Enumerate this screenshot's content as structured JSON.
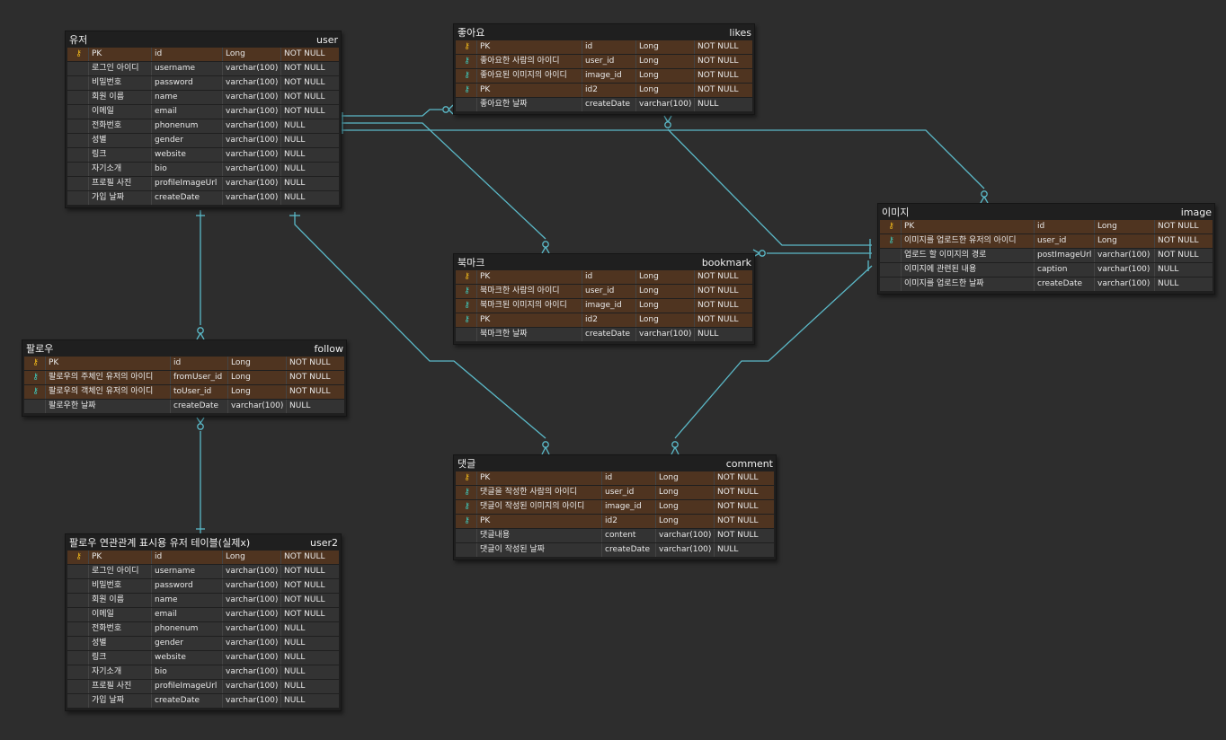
{
  "theme": {
    "line_color": "#5bb9c8",
    "pk_color": "#f0b81a",
    "fk_color": "#3fc9bd",
    "key_row_color": "#4f3420",
    "row_color": "#333333"
  },
  "entities": [
    {
      "id": "user",
      "label": "유저",
      "name": "user",
      "rows": [
        {
          "key": "pk",
          "logical": "PK",
          "physical": "id",
          "type": "Long",
          "null": "NOT NULL"
        },
        {
          "key": "",
          "logical": "로그인 아이디",
          "physical": "username",
          "type": "varchar(100)",
          "null": "NOT NULL"
        },
        {
          "key": "",
          "logical": "비밀번호",
          "physical": "password",
          "type": "varchar(100)",
          "null": "NOT NULL"
        },
        {
          "key": "",
          "logical": "회원 이름",
          "physical": "name",
          "type": "varchar(100)",
          "null": "NOT NULL"
        },
        {
          "key": "",
          "logical": "이메일",
          "physical": "email",
          "type": "varchar(100)",
          "null": "NOT NULL"
        },
        {
          "key": "",
          "logical": "전화번호",
          "physical": "phonenum",
          "type": "varchar(100)",
          "null": "NULL"
        },
        {
          "key": "",
          "logical": "성별",
          "physical": "gender",
          "type": "varchar(100)",
          "null": "NULL"
        },
        {
          "key": "",
          "logical": "링크",
          "physical": "website",
          "type": "varchar(100)",
          "null": "NULL"
        },
        {
          "key": "",
          "logical": "자기소개",
          "physical": "bio",
          "type": "varchar(100)",
          "null": "NULL"
        },
        {
          "key": "",
          "logical": "프로필 사진",
          "physical": "profileImageUrl",
          "type": "varchar(100)",
          "null": "NULL"
        },
        {
          "key": "",
          "logical": "가입 날짜",
          "physical": "createDate",
          "type": "varchar(100)",
          "null": "NULL"
        }
      ]
    },
    {
      "id": "likes",
      "label": "좋아요",
      "name": "likes",
      "rows": [
        {
          "key": "pk",
          "logical": "PK",
          "physical": "id",
          "type": "Long",
          "null": "NOT NULL"
        },
        {
          "key": "fk",
          "logical": "좋아요한 사람의 아이디",
          "physical": "user_id",
          "type": "Long",
          "null": "NOT NULL"
        },
        {
          "key": "fk",
          "logical": "좋아요된 이미지의 아이디",
          "physical": "image_id",
          "type": "Long",
          "null": "NOT NULL"
        },
        {
          "key": "fk",
          "logical": "PK",
          "physical": "id2",
          "type": "Long",
          "null": "NOT NULL"
        },
        {
          "key": "",
          "logical": "좋아요한 날짜",
          "physical": "createDate",
          "type": "varchar(100)",
          "null": "NULL"
        }
      ]
    },
    {
      "id": "bookmark",
      "label": "북마크",
      "name": "bookmark",
      "rows": [
        {
          "key": "pk",
          "logical": "PK",
          "physical": "id",
          "type": "Long",
          "null": "NOT NULL"
        },
        {
          "key": "fk",
          "logical": "북마크한 사람의 아이디",
          "physical": "user_id",
          "type": "Long",
          "null": "NOT NULL"
        },
        {
          "key": "fk",
          "logical": "북마크된 이미지의 아이디",
          "physical": "image_id",
          "type": "Long",
          "null": "NOT NULL"
        },
        {
          "key": "fk",
          "logical": "PK",
          "physical": "id2",
          "type": "Long",
          "null": "NOT NULL"
        },
        {
          "key": "",
          "logical": "북마크한 날짜",
          "physical": "createDate",
          "type": "varchar(100)",
          "null": "NULL"
        }
      ]
    },
    {
      "id": "image",
      "label": "이미지",
      "name": "image",
      "rows": [
        {
          "key": "pk",
          "logical": "PK",
          "physical": "id",
          "type": "Long",
          "null": "NOT NULL"
        },
        {
          "key": "fk",
          "logical": "이미지를 업로드한 유저의 아이디",
          "physical": "user_id",
          "type": "Long",
          "null": "NOT NULL"
        },
        {
          "key": "",
          "logical": "업로드 할 이미지의 경로",
          "physical": "postImageUrl",
          "type": "varchar(100)",
          "null": "NOT NULL"
        },
        {
          "key": "",
          "logical": "이미지에 관련된 내용",
          "physical": "caption",
          "type": "varchar(100)",
          "null": "NULL"
        },
        {
          "key": "",
          "logical": "이미지를 업로드한 날짜",
          "physical": "createDate",
          "type": "varchar(100)",
          "null": "NULL"
        }
      ]
    },
    {
      "id": "follow",
      "label": "팔로우",
      "name": "follow",
      "rows": [
        {
          "key": "pk",
          "logical": "PK",
          "physical": "id",
          "type": "Long",
          "null": "NOT NULL"
        },
        {
          "key": "fk",
          "logical": "팔로우의 주체인 유저의 아이디",
          "physical": "fromUser_id",
          "type": "Long",
          "null": "NOT NULL"
        },
        {
          "key": "fk",
          "logical": "팔로우의 객체인 유저의 아이디",
          "physical": "toUser_id",
          "type": "Long",
          "null": "NOT NULL"
        },
        {
          "key": "",
          "logical": "팔로우한 날짜",
          "physical": "createDate",
          "type": "varchar(100)",
          "null": "NULL"
        }
      ]
    },
    {
      "id": "comment",
      "label": "댓글",
      "name": "comment",
      "rows": [
        {
          "key": "pk",
          "logical": "PK",
          "physical": "id",
          "type": "Long",
          "null": "NOT NULL"
        },
        {
          "key": "fk",
          "logical": "댓글을 작성한 사람의 아이디",
          "physical": "user_id",
          "type": "Long",
          "null": "NOT NULL"
        },
        {
          "key": "fk",
          "logical": "댓글이 작성된 이미지의 아이디",
          "physical": "image_id",
          "type": "Long",
          "null": "NOT NULL"
        },
        {
          "key": "fk",
          "logical": "PK",
          "physical": "id2",
          "type": "Long",
          "null": "NOT NULL"
        },
        {
          "key": "",
          "logical": "댓글내용",
          "physical": "content",
          "type": "varchar(100)",
          "null": "NOT NULL"
        },
        {
          "key": "",
          "logical": "댓글이 작성된 날짜",
          "physical": "createDate",
          "type": "varchar(100)",
          "null": "NULL"
        }
      ]
    },
    {
      "id": "user2",
      "label": "팔로우 연관관계 표시용 유저 테이블(실제x)",
      "name": "user2",
      "rows": [
        {
          "key": "pk",
          "logical": "PK",
          "physical": "id",
          "type": "Long",
          "null": "NOT NULL"
        },
        {
          "key": "",
          "logical": "로그인 아이디",
          "physical": "username",
          "type": "varchar(100)",
          "null": "NOT NULL"
        },
        {
          "key": "",
          "logical": "비밀번호",
          "physical": "password",
          "type": "varchar(100)",
          "null": "NOT NULL"
        },
        {
          "key": "",
          "logical": "회원 이름",
          "physical": "name",
          "type": "varchar(100)",
          "null": "NOT NULL"
        },
        {
          "key": "",
          "logical": "이메일",
          "physical": "email",
          "type": "varchar(100)",
          "null": "NOT NULL"
        },
        {
          "key": "",
          "logical": "전화번호",
          "physical": "phonenum",
          "type": "varchar(100)",
          "null": "NULL"
        },
        {
          "key": "",
          "logical": "성별",
          "physical": "gender",
          "type": "varchar(100)",
          "null": "NULL"
        },
        {
          "key": "",
          "logical": "링크",
          "physical": "website",
          "type": "varchar(100)",
          "null": "NULL"
        },
        {
          "key": "",
          "logical": "자기소개",
          "physical": "bio",
          "type": "varchar(100)",
          "null": "NULL"
        },
        {
          "key": "",
          "logical": "프로필 사진",
          "physical": "profileImageUrl",
          "type": "varchar(100)",
          "null": "NULL"
        },
        {
          "key": "",
          "logical": "가입 날짜",
          "physical": "createDate",
          "type": "varchar(100)",
          "null": "NULL"
        }
      ]
    }
  ],
  "relationships": [
    {
      "from": "user",
      "to": "likes",
      "from_end": "one",
      "to_end": "zero-or-many"
    },
    {
      "from": "user",
      "to": "bookmark",
      "from_end": "one",
      "to_end": "zero-or-many"
    },
    {
      "from": "user",
      "to": "image",
      "from_end": "one",
      "to_end": "zero-or-many"
    },
    {
      "from": "user",
      "to": "comment",
      "from_end": "one",
      "to_end": "zero-or-many"
    },
    {
      "from": "user",
      "to": "follow",
      "from_end": "one",
      "to_end": "zero-or-many"
    },
    {
      "from": "image",
      "to": "likes",
      "from_end": "one",
      "to_end": "zero-or-many"
    },
    {
      "from": "image",
      "to": "bookmark",
      "from_end": "one",
      "to_end": "zero-or-many"
    },
    {
      "from": "image",
      "to": "comment",
      "from_end": "one",
      "to_end": "zero-or-many"
    },
    {
      "from": "user2",
      "to": "follow",
      "from_end": "one",
      "to_end": "zero-or-many"
    }
  ]
}
